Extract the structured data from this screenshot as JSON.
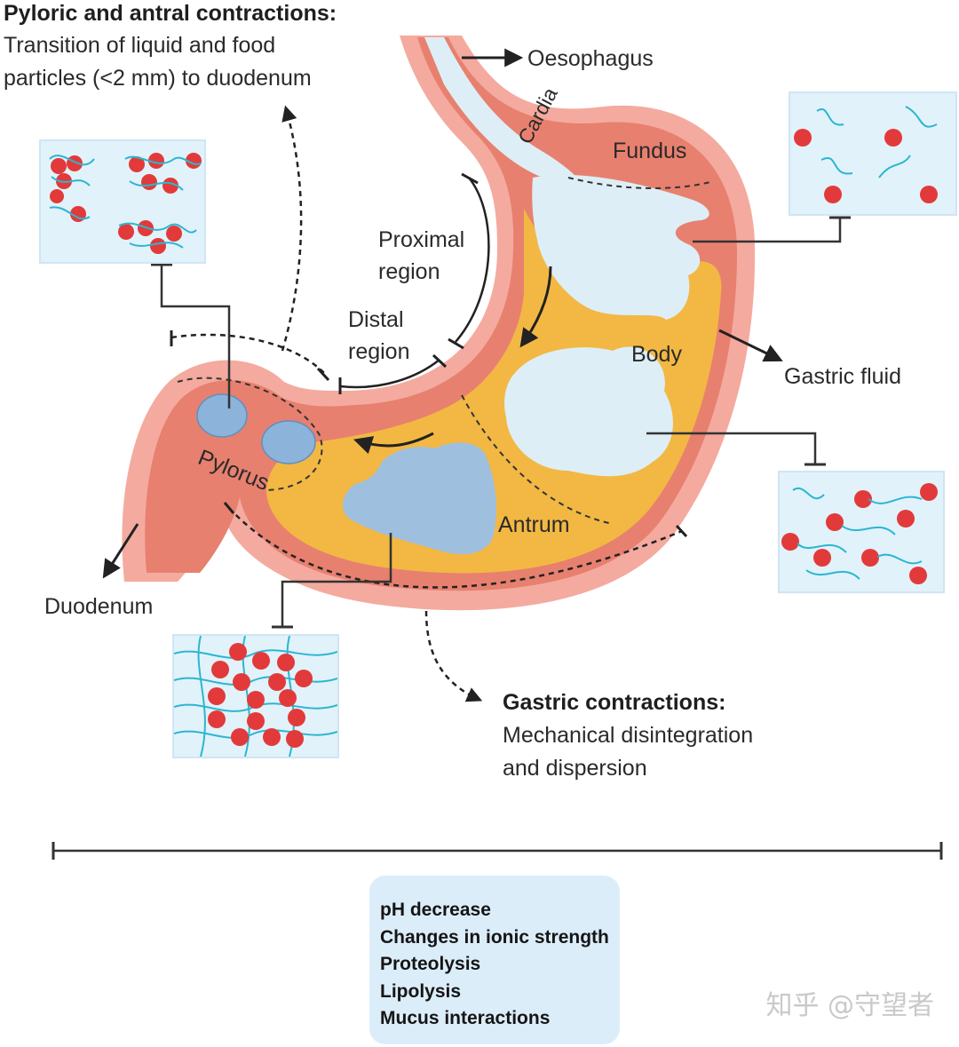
{
  "pyloric": {
    "title": "Pyloric and antral contractions:",
    "line1": "Transition of liquid and food",
    "line2": "particles (<2 mm) to duodenum"
  },
  "labels": {
    "oesophagus": "Oesophagus",
    "fundus": "Fundus",
    "cardia": "Cardia",
    "proximal1": "Proximal",
    "proximal2": "region",
    "distal1": "Distal",
    "distal2": "region",
    "body": "Body",
    "gastric_fluid": "Gastric fluid",
    "pylorus": "Pylorus",
    "antrum": "Antrum",
    "duodenum": "Duodenum"
  },
  "gastric": {
    "title": "Gastric contractions:",
    "line1": "Mechanical disintegration",
    "line2": "and dispersion"
  },
  "summary_items": [
    "pH decrease",
    "Changes in ionic strength",
    "Proteolysis",
    "Lipolysis",
    "Mucus interactions"
  ],
  "watermark": "知乎 @守望者",
  "colors": {
    "stomach_wall": "#f4aa9f",
    "stomach_inner": "#e8806f",
    "chyme": "#f2b843",
    "food_particles": "#a6c5e3",
    "fluid": "#ddeef6",
    "droplet": "#e23a3a",
    "strand": "#2bb6d0",
    "box_bg": "#e1f2fb"
  }
}
